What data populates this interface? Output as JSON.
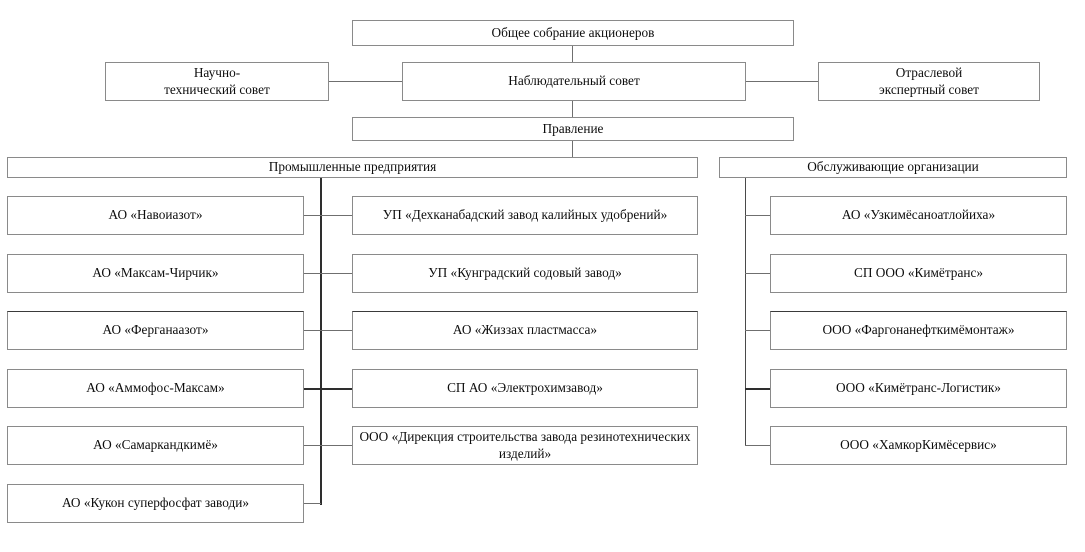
{
  "diagram": {
    "title_glyph": "org-structure",
    "top": {
      "general_meeting": "Общее собрание акционеров"
    },
    "second_row": {
      "scientific_council": "Научно-\nтехнический совет",
      "scientific_council_line1": "Научно-",
      "scientific_council_line2": "технический совет",
      "supervisory_board": "Наблюдательный совет",
      "expert_council_line1": "Отраслевой",
      "expert_council_line2": "экспертный совет"
    },
    "board": {
      "management_board": "Правление"
    },
    "groups": {
      "industrial": "Промышленные предприятия",
      "service": "Обслуживающие организации"
    },
    "industrial_left": [
      "АО «Навоиазот»",
      "АО «Максам-Чирчик»",
      "АО «Ферганаазот»",
      "АО «Аммофос-Максам»",
      "АО «Самаркандкимё»",
      "АО «Кукон суперфосфат заводи»"
    ],
    "industrial_right": [
      "УП «Дехканабадский завод калийных удобрений»",
      "УП «Кунградский содовый завод»",
      "АО «Жиззах пластмасса»",
      "СП АО «Электрохимзавод»",
      "ООО «Дирекция строительства завода резинотехнических изделий»"
    ],
    "service_list": [
      "АО «Узкимёсаноатлойиха»",
      "СП ООО «Кимётранс»",
      "ООО «Фаргонанефткимёмонтаж»",
      "ООО «Кимётранс-Логистик»",
      "ООО «ХамкорКимёсервис»"
    ],
    "colors": {
      "box_border": "#8a8a8a",
      "box_border_dark": "#3a3a3a",
      "connector": "#6f6f6f",
      "connector_dark": "#2e2e2e",
      "text": "#0d0d0d",
      "background": "#ffffff"
    }
  }
}
